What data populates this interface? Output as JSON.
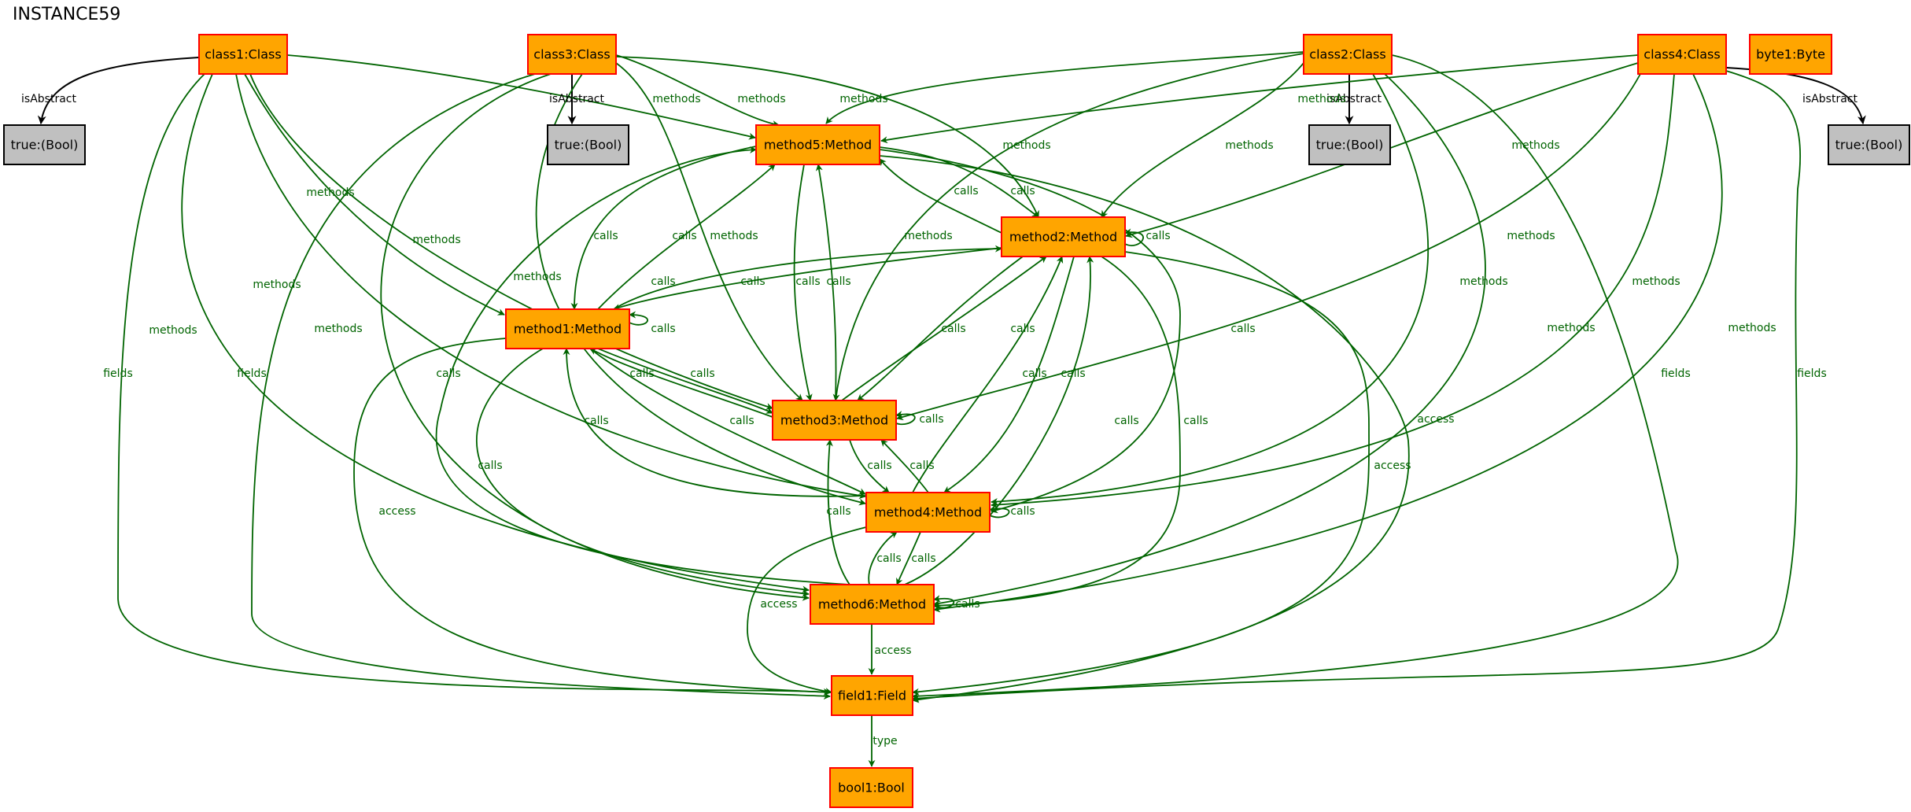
{
  "title": "INSTANCE59",
  "colors": {
    "node_fill": "#ffa500",
    "node_border": "#ff0000",
    "bool_fill": "#c0c0c0",
    "edge": "#006400",
    "abstract_edge": "#000000"
  },
  "nodes": [
    {
      "id": "class1",
      "label": "class1:Class",
      "kind": "object"
    },
    {
      "id": "class3",
      "label": "class3:Class",
      "kind": "object"
    },
    {
      "id": "class2",
      "label": "class2:Class",
      "kind": "object"
    },
    {
      "id": "class4",
      "label": "class4:Class",
      "kind": "object"
    },
    {
      "id": "byte1",
      "label": "byte1:Byte",
      "kind": "object"
    },
    {
      "id": "trueA",
      "label": "true:(Bool)",
      "kind": "value"
    },
    {
      "id": "trueB",
      "label": "true:(Bool)",
      "kind": "value"
    },
    {
      "id": "trueC",
      "label": "true:(Bool)",
      "kind": "value"
    },
    {
      "id": "trueD",
      "label": "true:(Bool)",
      "kind": "value"
    },
    {
      "id": "method5",
      "label": "method5:Method",
      "kind": "object"
    },
    {
      "id": "method2",
      "label": "method2:Method",
      "kind": "object"
    },
    {
      "id": "method1",
      "label": "method1:Method",
      "kind": "object"
    },
    {
      "id": "method3",
      "label": "method3:Method",
      "kind": "object"
    },
    {
      "id": "method4",
      "label": "method4:Method",
      "kind": "object"
    },
    {
      "id": "method6",
      "label": "method6:Method",
      "kind": "object"
    },
    {
      "id": "field1",
      "label": "field1:Field",
      "kind": "object"
    },
    {
      "id": "bool1",
      "label": "bool1:Bool",
      "kind": "object"
    }
  ],
  "edges": [
    {
      "from": "class1",
      "to": "trueA",
      "label": "isAbstract",
      "style": "black"
    },
    {
      "from": "class3",
      "to": "trueB",
      "label": "isAbstract",
      "style": "black"
    },
    {
      "from": "class2",
      "to": "trueC",
      "label": "isAbstract",
      "style": "black"
    },
    {
      "from": "class4",
      "to": "trueD",
      "label": "isAbstract",
      "style": "black"
    },
    {
      "from": "class1",
      "to": "method5",
      "label": "methods",
      "style": "green"
    },
    {
      "from": "class1",
      "to": "method1",
      "label": "methods",
      "style": "green"
    },
    {
      "from": "class1",
      "to": "method3",
      "label": "methods",
      "style": "green"
    },
    {
      "from": "class1",
      "to": "method4",
      "label": "methods",
      "style": "green"
    },
    {
      "from": "class1",
      "to": "method6",
      "label": "methods",
      "style": "green"
    },
    {
      "from": "class1",
      "to": "field1",
      "label": "fields",
      "style": "green"
    },
    {
      "from": "class3",
      "to": "method5",
      "label": "methods",
      "style": "green"
    },
    {
      "from": "class3",
      "to": "method2",
      "label": "methods",
      "style": "green"
    },
    {
      "from": "class3",
      "to": "method3",
      "label": "methods",
      "style": "green"
    },
    {
      "from": "class3",
      "to": "method4",
      "label": "methods",
      "style": "green"
    },
    {
      "from": "class3",
      "to": "method6",
      "label": "methods",
      "style": "green"
    },
    {
      "from": "class3",
      "to": "field1",
      "label": "fields",
      "style": "green"
    },
    {
      "from": "class2",
      "to": "method5",
      "label": "methods",
      "style": "green"
    },
    {
      "from": "class2",
      "to": "method2",
      "label": "methods",
      "style": "green"
    },
    {
      "from": "class2",
      "to": "method3",
      "label": "methods",
      "style": "green"
    },
    {
      "from": "class2",
      "to": "method4",
      "label": "methods",
      "style": "green"
    },
    {
      "from": "class2",
      "to": "method6",
      "label": "methods",
      "style": "green"
    },
    {
      "from": "class2",
      "to": "field1",
      "label": "fields",
      "style": "green"
    },
    {
      "from": "class4",
      "to": "method5",
      "label": "methods",
      "style": "green"
    },
    {
      "from": "class4",
      "to": "method2",
      "label": "methods",
      "style": "green"
    },
    {
      "from": "class4",
      "to": "method3",
      "label": "methods",
      "style": "green"
    },
    {
      "from": "class4",
      "to": "method4",
      "label": "methods",
      "style": "green"
    },
    {
      "from": "class4",
      "to": "method6",
      "label": "methods",
      "style": "green"
    },
    {
      "from": "class4",
      "to": "field1",
      "label": "fields",
      "style": "green"
    },
    {
      "from": "method5",
      "to": "method2",
      "label": "calls",
      "style": "green"
    },
    {
      "from": "method2",
      "to": "method5",
      "label": "calls",
      "style": "green"
    },
    {
      "from": "method5",
      "to": "method1",
      "label": "calls",
      "style": "green"
    },
    {
      "from": "method1",
      "to": "method5",
      "label": "calls",
      "style": "green"
    },
    {
      "from": "method5",
      "to": "method3",
      "label": "calls",
      "style": "green"
    },
    {
      "from": "method3",
      "to": "method5",
      "label": "calls",
      "style": "green"
    },
    {
      "from": "method5",
      "to": "method4",
      "label": "calls",
      "style": "green"
    },
    {
      "from": "method6",
      "to": "method5",
      "label": "calls",
      "style": "green"
    },
    {
      "from": "method5",
      "to": "field1",
      "label": "access",
      "style": "green"
    },
    {
      "from": "method2",
      "to": "method2",
      "label": "calls",
      "style": "green"
    },
    {
      "from": "method2",
      "to": "method1",
      "label": "calls",
      "style": "green"
    },
    {
      "from": "method1",
      "to": "method2",
      "label": "calls",
      "style": "green"
    },
    {
      "from": "method2",
      "to": "method3",
      "label": "calls",
      "style": "green"
    },
    {
      "from": "method3",
      "to": "method2",
      "label": "calls",
      "style": "green"
    },
    {
      "from": "method2",
      "to": "method4",
      "label": "calls",
      "style": "green"
    },
    {
      "from": "method4",
      "to": "method2",
      "label": "calls",
      "style": "green"
    },
    {
      "from": "method2",
      "to": "method6",
      "label": "calls",
      "style": "green"
    },
    {
      "from": "method6",
      "to": "method2",
      "label": "calls",
      "style": "green"
    },
    {
      "from": "method2",
      "to": "field1",
      "label": "access",
      "style": "green"
    },
    {
      "from": "method1",
      "to": "method1",
      "label": "calls",
      "style": "green"
    },
    {
      "from": "method1",
      "to": "method3",
      "label": "calls",
      "style": "green"
    },
    {
      "from": "method3",
      "to": "method1",
      "label": "calls",
      "style": "green"
    },
    {
      "from": "method1",
      "to": "method4",
      "label": "calls",
      "style": "green"
    },
    {
      "from": "method4",
      "to": "method1",
      "label": "calls",
      "style": "green"
    },
    {
      "from": "method1",
      "to": "method6",
      "label": "calls",
      "style": "green"
    },
    {
      "from": "method1",
      "to": "field1",
      "label": "access",
      "style": "green"
    },
    {
      "from": "method3",
      "to": "method3",
      "label": "calls",
      "style": "green"
    },
    {
      "from": "method3",
      "to": "method4",
      "label": "calls",
      "style": "green"
    },
    {
      "from": "method4",
      "to": "method3",
      "label": "calls",
      "style": "green"
    },
    {
      "from": "method6",
      "to": "method3",
      "label": "calls",
      "style": "green"
    },
    {
      "from": "method4",
      "to": "method4",
      "label": "calls",
      "style": "green"
    },
    {
      "from": "method4",
      "to": "method6",
      "label": "calls",
      "style": "green"
    },
    {
      "from": "method6",
      "to": "method4",
      "label": "calls",
      "style": "green"
    },
    {
      "from": "method4",
      "to": "field1",
      "label": "access",
      "style": "green"
    },
    {
      "from": "method6",
      "to": "method6",
      "label": "calls",
      "style": "green"
    },
    {
      "from": "method6",
      "to": "field1",
      "label": "access",
      "style": "green"
    },
    {
      "from": "field1",
      "to": "bool1",
      "label": "type",
      "style": "green"
    }
  ]
}
